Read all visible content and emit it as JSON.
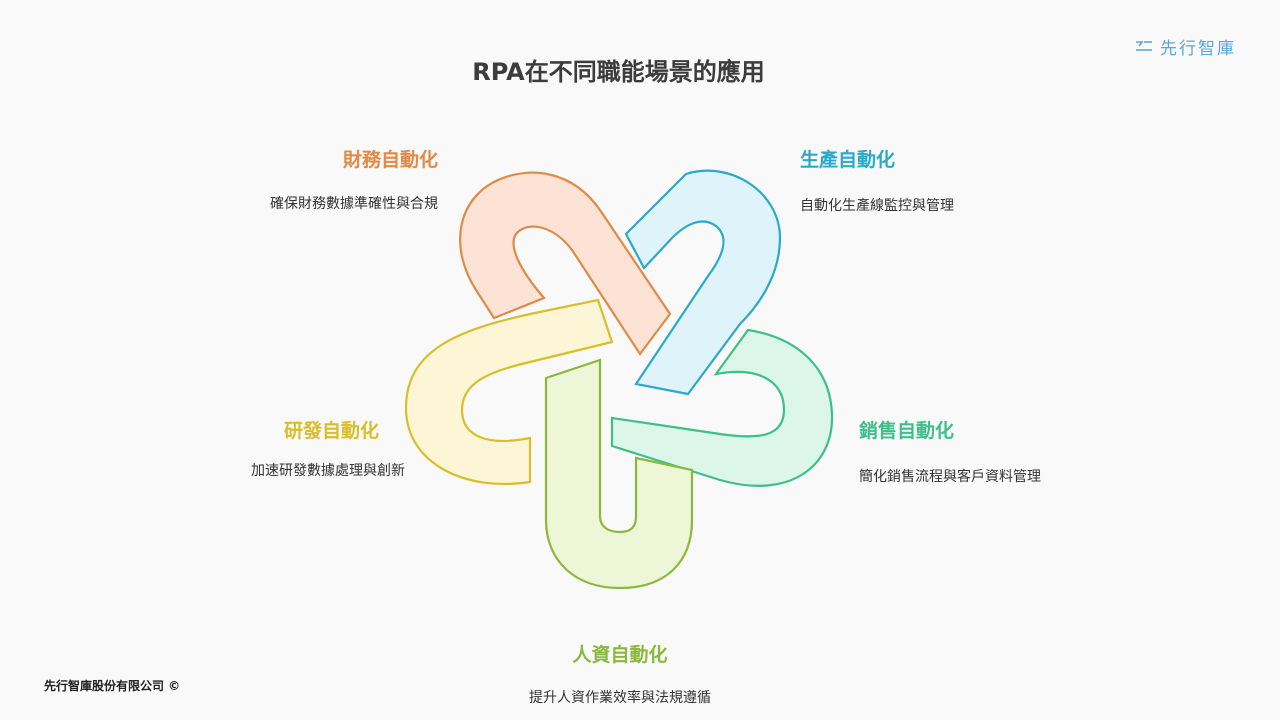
{
  "title": "RPA在不同職能場景的應用",
  "logo": {
    "text": "先行智庫"
  },
  "footer": "先行智庫股份有限公司 ©",
  "segments": [
    {
      "id": "finance",
      "label": "財務自動化",
      "desc": "確保財務數據準確性與合規",
      "color": "#e08a48",
      "fill": "#fce3d6"
    },
    {
      "id": "production",
      "label": "生產自動化",
      "desc": "自動化生產線監控與管理",
      "color": "#2aa9c9",
      "fill": "#dff4fa"
    },
    {
      "id": "sales",
      "label": "銷售自動化",
      "desc": "簡化銷售流程與客戶資料管理",
      "color": "#3cbf8a",
      "fill": "#dcf6ea"
    },
    {
      "id": "hr",
      "label": "人資自動化",
      "desc": "提升人資作業效率與法規遵循",
      "color": "#8bb83c",
      "fill": "#edf6d6"
    },
    {
      "id": "rnd",
      "label": "研發自動化",
      "desc": "加速研發數據處理與創新",
      "color": "#d9be2a",
      "fill": "#fdf6d6"
    }
  ]
}
